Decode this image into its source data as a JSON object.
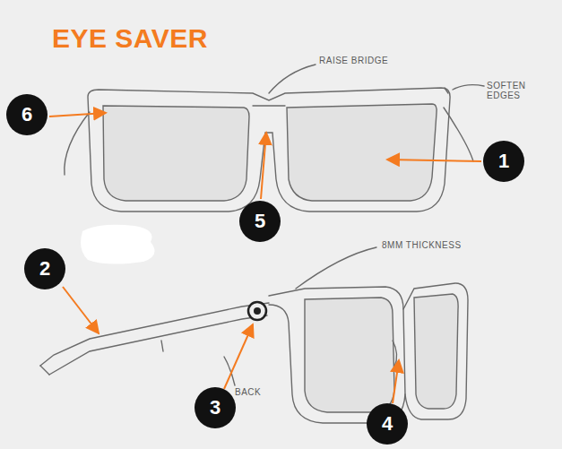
{
  "diagram": {
    "title": "EYE SAVER",
    "nodes": [
      {
        "text": [
          "6"
        ]
      },
      {
        "text": [
          "1"
        ]
      },
      {
        "text": [
          "5"
        ]
      },
      {
        "text": [
          "2"
        ]
      },
      {
        "text": [
          "3"
        ]
      },
      {
        "text": [
          "4"
        ]
      }
    ],
    "labels": [
      "RAISE BRIDGE",
      "SOFTEN EDGES",
      "8MM THICKNESS",
      "BACK"
    ]
  }
}
